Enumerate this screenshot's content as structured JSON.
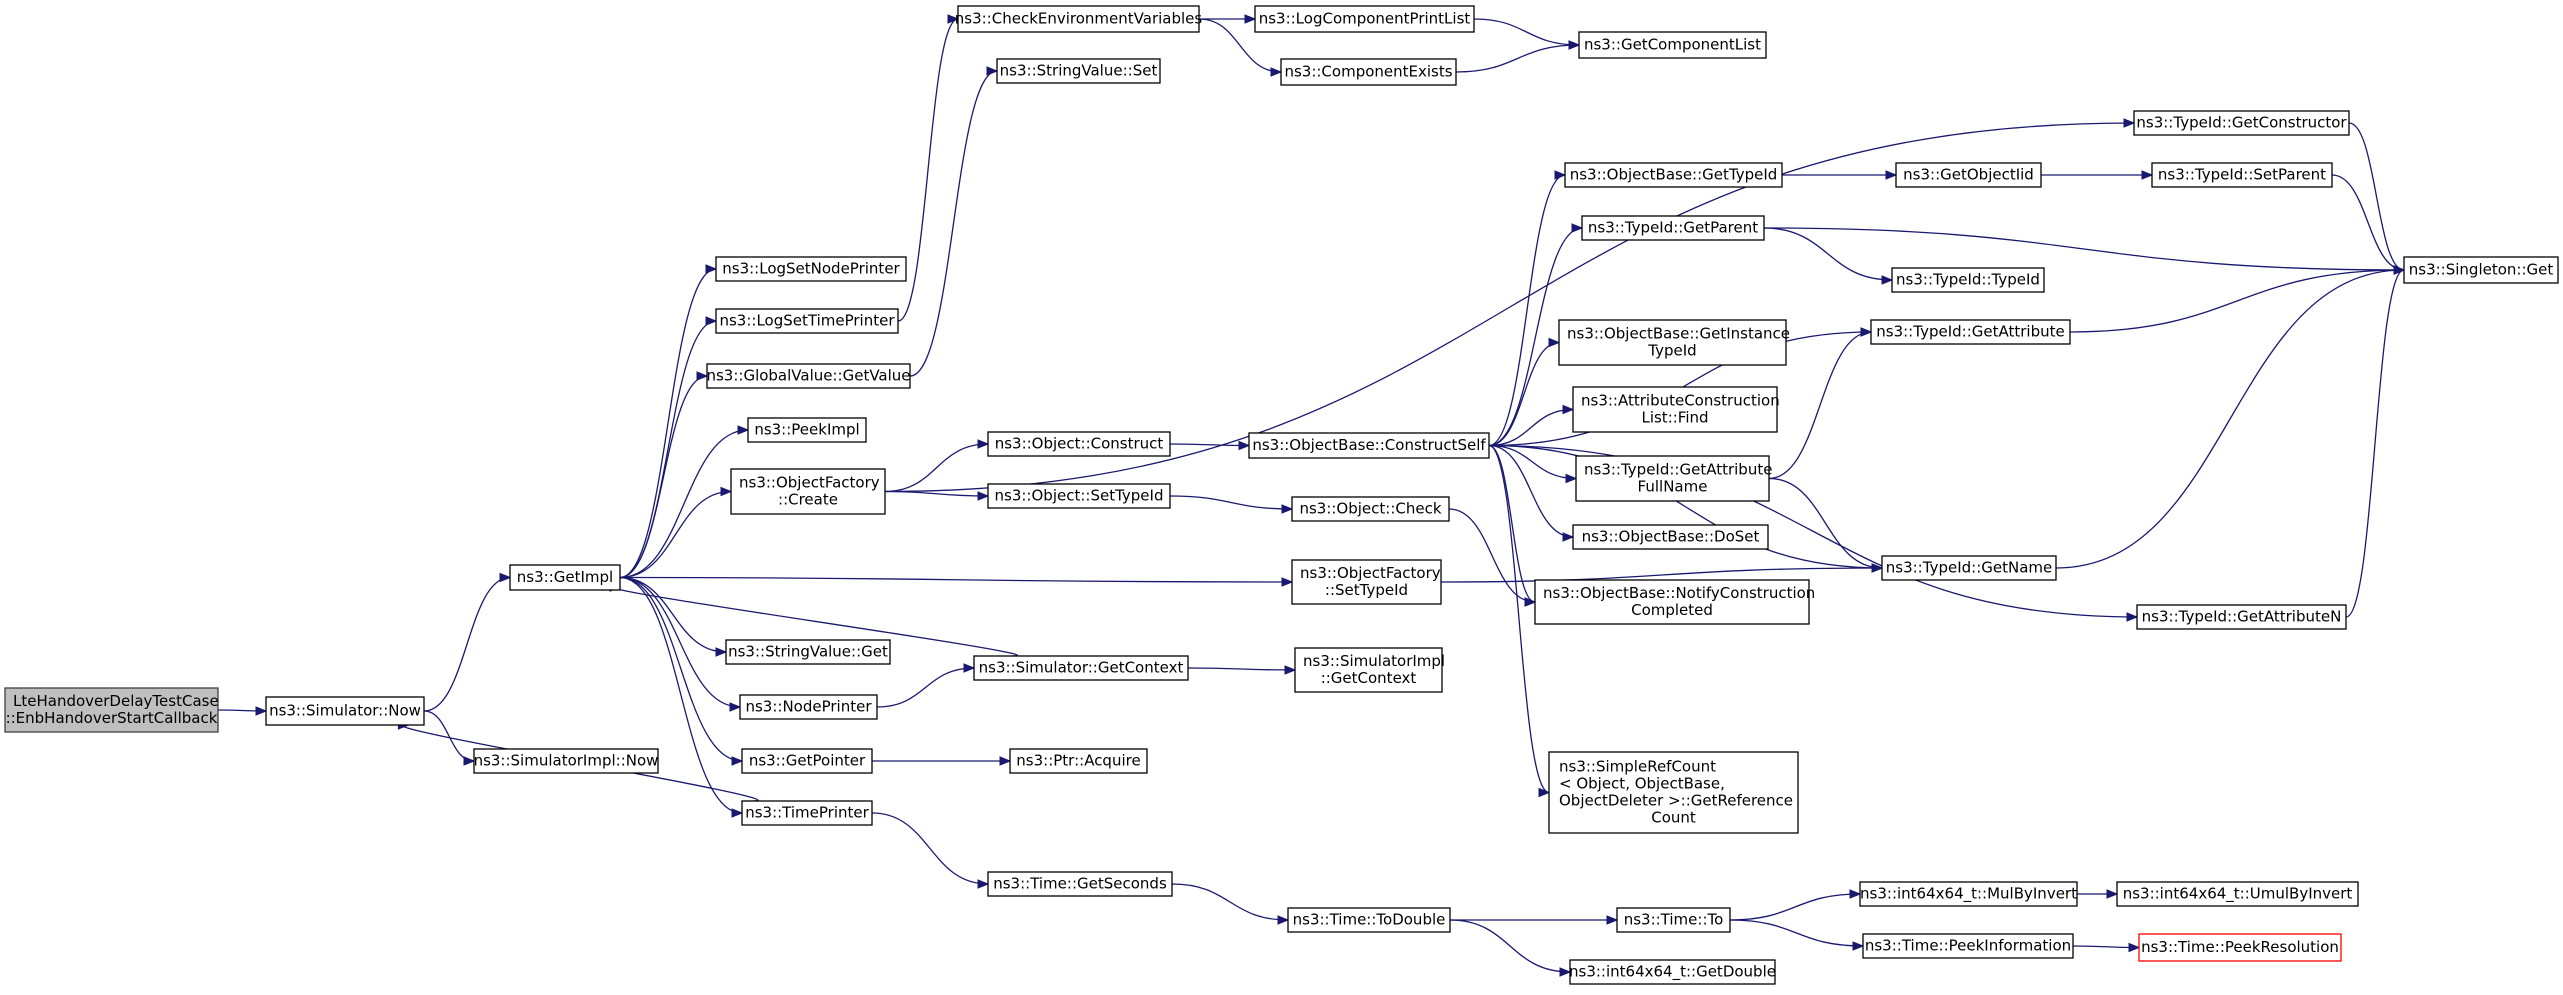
{
  "diagram": {
    "type": "call-graph",
    "colors": {
      "edge": "#191970",
      "root_fill": "#bfbfbf",
      "node_fill": "#ffffff",
      "truncated_border": "#ff0000"
    },
    "nodes": [
      {
        "id": "root",
        "lines": [
          "LteHandoverDelayTestCase",
          "::EnbHandoverStartCallback"
        ],
        "style": "root"
      },
      {
        "id": "now",
        "lines": [
          "ns3::Simulator::Now"
        ]
      },
      {
        "id": "simimplnow",
        "lines": [
          "ns3::SimulatorImpl::Now"
        ]
      },
      {
        "id": "getimpl",
        "lines": [
          "ns3::GetImpl"
        ]
      },
      {
        "id": "lognode",
        "lines": [
          "ns3::LogSetNodePrinter"
        ]
      },
      {
        "id": "logtime",
        "lines": [
          "ns3::LogSetTimePrinter"
        ]
      },
      {
        "id": "gvget",
        "lines": [
          "ns3::GlobalValue::GetValue"
        ]
      },
      {
        "id": "peekimpl",
        "lines": [
          "ns3::PeekImpl"
        ]
      },
      {
        "id": "ofcreate",
        "lines": [
          "ns3::ObjectFactory",
          "::Create"
        ]
      },
      {
        "id": "svget",
        "lines": [
          "ns3::StringValue::Get"
        ]
      },
      {
        "id": "nodeprinter",
        "lines": [
          "ns3::NodePrinter"
        ]
      },
      {
        "id": "getpointer",
        "lines": [
          "ns3::GetPointer"
        ]
      },
      {
        "id": "timeprinter",
        "lines": [
          "ns3::TimePrinter"
        ]
      },
      {
        "id": "checkenv",
        "lines": [
          "ns3::CheckEnvironmentVariables"
        ]
      },
      {
        "id": "svset",
        "lines": [
          "ns3::StringValue::Set"
        ]
      },
      {
        "id": "objconstruct",
        "lines": [
          "ns3::Object::Construct"
        ]
      },
      {
        "id": "objsettid",
        "lines": [
          "ns3::Object::SetTypeId"
        ]
      },
      {
        "id": "simgetctx",
        "lines": [
          "ns3::Simulator::GetContext"
        ]
      },
      {
        "id": "ptracquire",
        "lines": [
          "ns3::Ptr::Acquire"
        ]
      },
      {
        "id": "timegetsec",
        "lines": [
          "ns3::Time::GetSeconds"
        ]
      },
      {
        "id": "logcompprint",
        "lines": [
          "ns3::LogComponentPrintList"
        ]
      },
      {
        "id": "compexists",
        "lines": [
          "ns3::ComponentExists"
        ]
      },
      {
        "id": "getcomplist",
        "lines": [
          "ns3::GetComponentList"
        ]
      },
      {
        "id": "obconstructself",
        "lines": [
          "ns3::ObjectBase::ConstructSelf"
        ]
      },
      {
        "id": "objcheck",
        "lines": [
          "ns3::Object::Check"
        ]
      },
      {
        "id": "ofsettid",
        "lines": [
          "ns3::ObjectFactory",
          "::SetTypeId"
        ]
      },
      {
        "id": "simimplctx",
        "lines": [
          "ns3::SimulatorImpl",
          "::GetContext"
        ]
      },
      {
        "id": "timetodouble",
        "lines": [
          "ns3::Time::ToDouble"
        ]
      },
      {
        "id": "obgettid",
        "lines": [
          "ns3::ObjectBase::GetTypeId"
        ]
      },
      {
        "id": "tidgetparent",
        "lines": [
          "ns3::TypeId::GetParent"
        ]
      },
      {
        "id": "obgetinst",
        "lines": [
          "ns3::ObjectBase::GetInstance",
          "TypeId"
        ]
      },
      {
        "id": "aclfind",
        "lines": [
          "ns3::AttributeConstruction",
          "List::Find"
        ]
      },
      {
        "id": "tidgetattrfull",
        "lines": [
          "ns3::TypeId::GetAttribute",
          "FullName"
        ]
      },
      {
        "id": "obdoset",
        "lines": [
          "ns3::ObjectBase::DoSet"
        ]
      },
      {
        "id": "obnotify",
        "lines": [
          "ns3::ObjectBase::NotifyConstruction",
          "Completed"
        ]
      },
      {
        "id": "srcget",
        "lines": [
          "ns3::SimpleRefCount",
          "< Object, ObjectBase,",
          "ObjectDeleter >::GetReference",
          "Count"
        ]
      },
      {
        "id": "timeto",
        "lines": [
          "ns3::Time::To"
        ]
      },
      {
        "id": "i64getdouble",
        "lines": [
          "ns3::int64x64_t::GetDouble"
        ]
      },
      {
        "id": "getobjectiid",
        "lines": [
          "ns3::GetObjectIid"
        ]
      },
      {
        "id": "tidtypeid",
        "lines": [
          "ns3::TypeId::TypeId"
        ]
      },
      {
        "id": "tidgetattr",
        "lines": [
          "ns3::TypeId::GetAttribute"
        ]
      },
      {
        "id": "tidgetname",
        "lines": [
          "ns3::TypeId::GetName"
        ]
      },
      {
        "id": "i64mulbyinv",
        "lines": [
          "ns3::int64x64_t::MulByInvert"
        ]
      },
      {
        "id": "timepeekinfo",
        "lines": [
          "ns3::Time::PeekInformation"
        ]
      },
      {
        "id": "tidgetctor",
        "lines": [
          "ns3::TypeId::GetConstructor"
        ]
      },
      {
        "id": "tidsetparent",
        "lines": [
          "ns3::TypeId::SetParent"
        ]
      },
      {
        "id": "tidgetattrn",
        "lines": [
          "ns3::TypeId::GetAttributeN"
        ]
      },
      {
        "id": "i64umulbyinv",
        "lines": [
          "ns3::int64x64_t::UmulByInvert"
        ]
      },
      {
        "id": "timepeekres",
        "lines": [
          "ns3::Time::PeekResolution"
        ],
        "style": "truncated"
      },
      {
        "id": "singletonget",
        "lines": [
          "ns3::Singleton::Get"
        ]
      }
    ],
    "edges": [
      [
        "root",
        "now"
      ],
      [
        "now",
        "getimpl"
      ],
      [
        "now",
        "simimplnow"
      ],
      [
        "getimpl",
        "lognode"
      ],
      [
        "getimpl",
        "logtime"
      ],
      [
        "getimpl",
        "gvget"
      ],
      [
        "getimpl",
        "peekimpl"
      ],
      [
        "getimpl",
        "ofcreate"
      ],
      [
        "getimpl",
        "ofsettid"
      ],
      [
        "getimpl",
        "svget"
      ],
      [
        "getimpl",
        "nodeprinter"
      ],
      [
        "getimpl",
        "getpointer"
      ],
      [
        "getimpl",
        "timeprinter"
      ],
      [
        "logtime",
        "checkenv"
      ],
      [
        "gvget",
        "svset"
      ],
      [
        "ofcreate",
        "tidgetctor"
      ],
      [
        "ofcreate",
        "objconstruct"
      ],
      [
        "ofcreate",
        "objsettid"
      ],
      [
        "objconstruct",
        "obconstructself"
      ],
      [
        "objsettid",
        "objcheck"
      ],
      [
        "nodeprinter",
        "simgetctx"
      ],
      [
        "simgetctx",
        "getimpl"
      ],
      [
        "simgetctx",
        "simimplctx"
      ],
      [
        "getpointer",
        "ptracquire"
      ],
      [
        "timeprinter",
        "now"
      ],
      [
        "timeprinter",
        "timegetsec"
      ],
      [
        "timegetsec",
        "timetodouble"
      ],
      [
        "timetodouble",
        "timeto"
      ],
      [
        "timetodouble",
        "i64getdouble"
      ],
      [
        "timeto",
        "i64mulbyinv"
      ],
      [
        "timeto",
        "timepeekinfo"
      ],
      [
        "i64mulbyinv",
        "i64umulbyinv"
      ],
      [
        "timepeekinfo",
        "timepeekres"
      ],
      [
        "checkenv",
        "logcompprint"
      ],
      [
        "checkenv",
        "compexists"
      ],
      [
        "logcompprint",
        "getcomplist"
      ],
      [
        "compexists",
        "getcomplist"
      ],
      [
        "obconstructself",
        "obgettid"
      ],
      [
        "obconstructself",
        "tidgetparent"
      ],
      [
        "obconstructself",
        "tidgetattr"
      ],
      [
        "obconstructself",
        "obgetinst"
      ],
      [
        "obconstructself",
        "aclfind"
      ],
      [
        "obconstructself",
        "tidgetattrfull"
      ],
      [
        "obconstructself",
        "obdoset"
      ],
      [
        "obconstructself",
        "obnotify"
      ],
      [
        "obconstructself",
        "srcget"
      ],
      [
        "obconstructself",
        "tidgetname"
      ],
      [
        "obconstructself",
        "tidgetattrn"
      ],
      [
        "objcheck",
        "obnotify"
      ],
      [
        "ofsettid",
        "tidgetname"
      ],
      [
        "obgettid",
        "getobjectiid"
      ],
      [
        "getobjectiid",
        "tidsetparent"
      ],
      [
        "tidsetparent",
        "singletonget"
      ],
      [
        "tidgetparent",
        "singletonget"
      ],
      [
        "tidgetparent",
        "tidtypeid"
      ],
      [
        "tidgetattr",
        "singletonget"
      ],
      [
        "tidgetattrfull",
        "tidgetattr"
      ],
      [
        "tidgetattrfull",
        "tidgetname"
      ],
      [
        "tidgetname",
        "singletonget"
      ],
      [
        "tidgetctor",
        "singletonget"
      ],
      [
        "tidgetattrn",
        "singletonget"
      ]
    ]
  }
}
